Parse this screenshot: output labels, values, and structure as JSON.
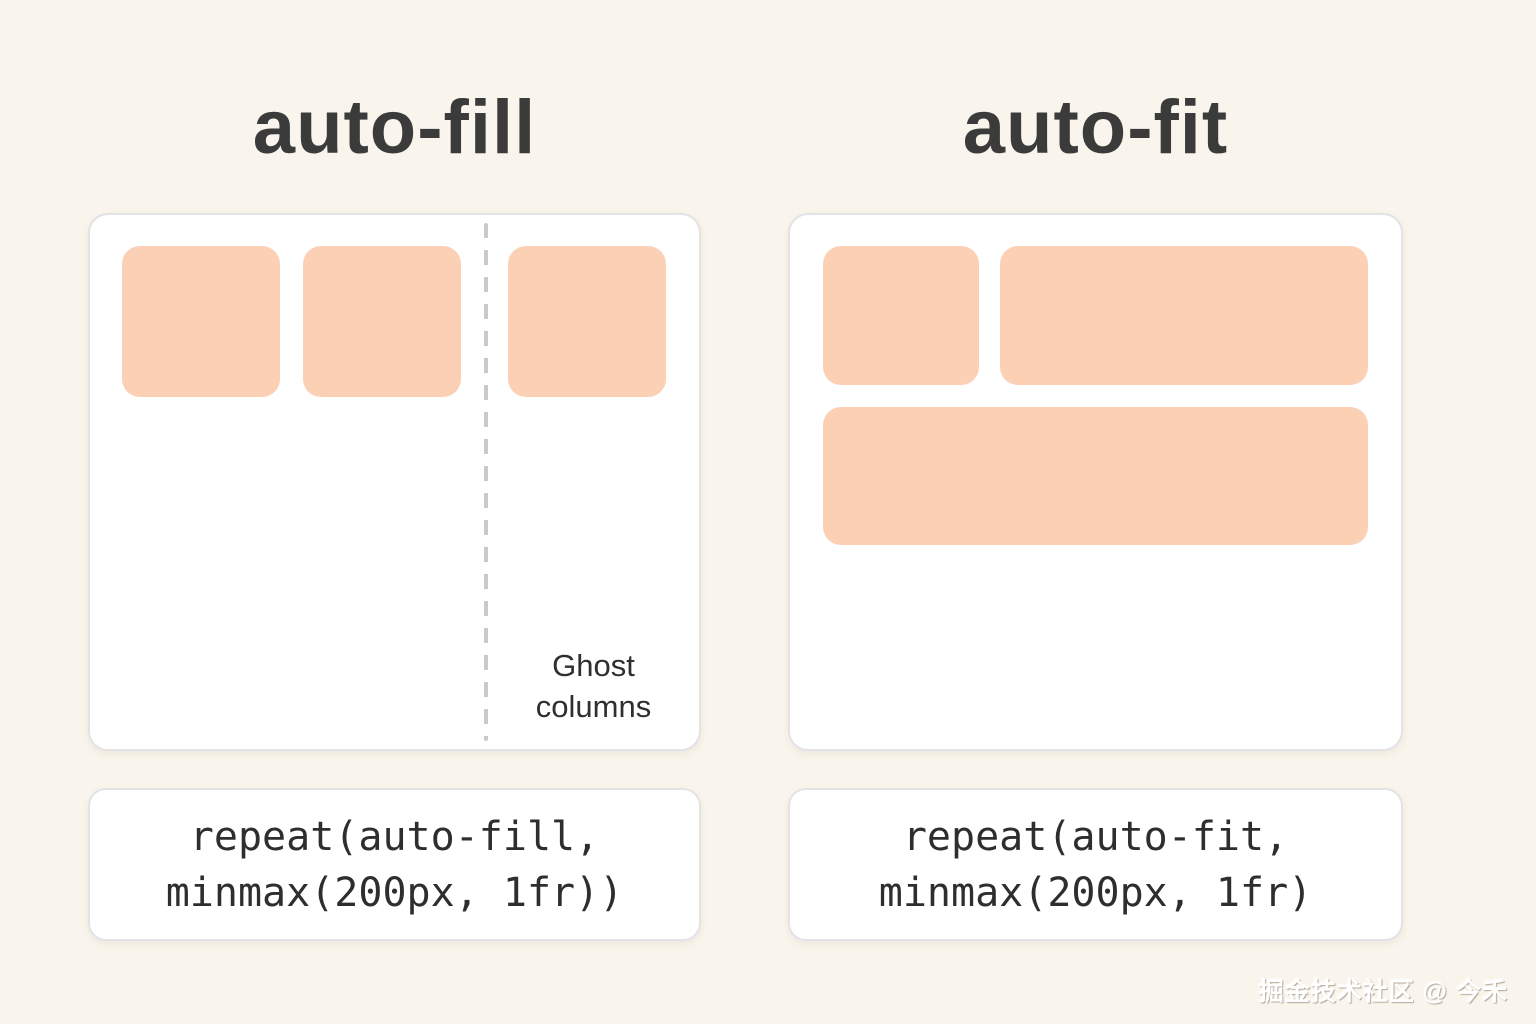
{
  "titles": {
    "left": "auto-fill",
    "right": "auto-fit"
  },
  "left_panel": {
    "item_count": 3,
    "ghost_label": {
      "line1": "Ghost",
      "line2": "columns"
    }
  },
  "right_panel": {
    "item_count": 3
  },
  "code_boxes": {
    "left": {
      "line1": "repeat(auto-fill,",
      "line2": "minmax(200px, 1fr))"
    },
    "right": {
      "line1": "repeat(auto-fit,",
      "line2": "minmax(200px, 1fr)"
    }
  },
  "watermark": "掘金技术社区 @ 今禾",
  "colors": {
    "background": "#FAF5EC",
    "panel": "#FFFFFF",
    "panel_border": "#E3E2E6",
    "grid_item": "#FBD0B5",
    "title_text": "#3B3B3B",
    "code_text": "#2E2E2E",
    "ghost_divider": "#C9C9C9",
    "label_text": "#2F2F2F"
  }
}
